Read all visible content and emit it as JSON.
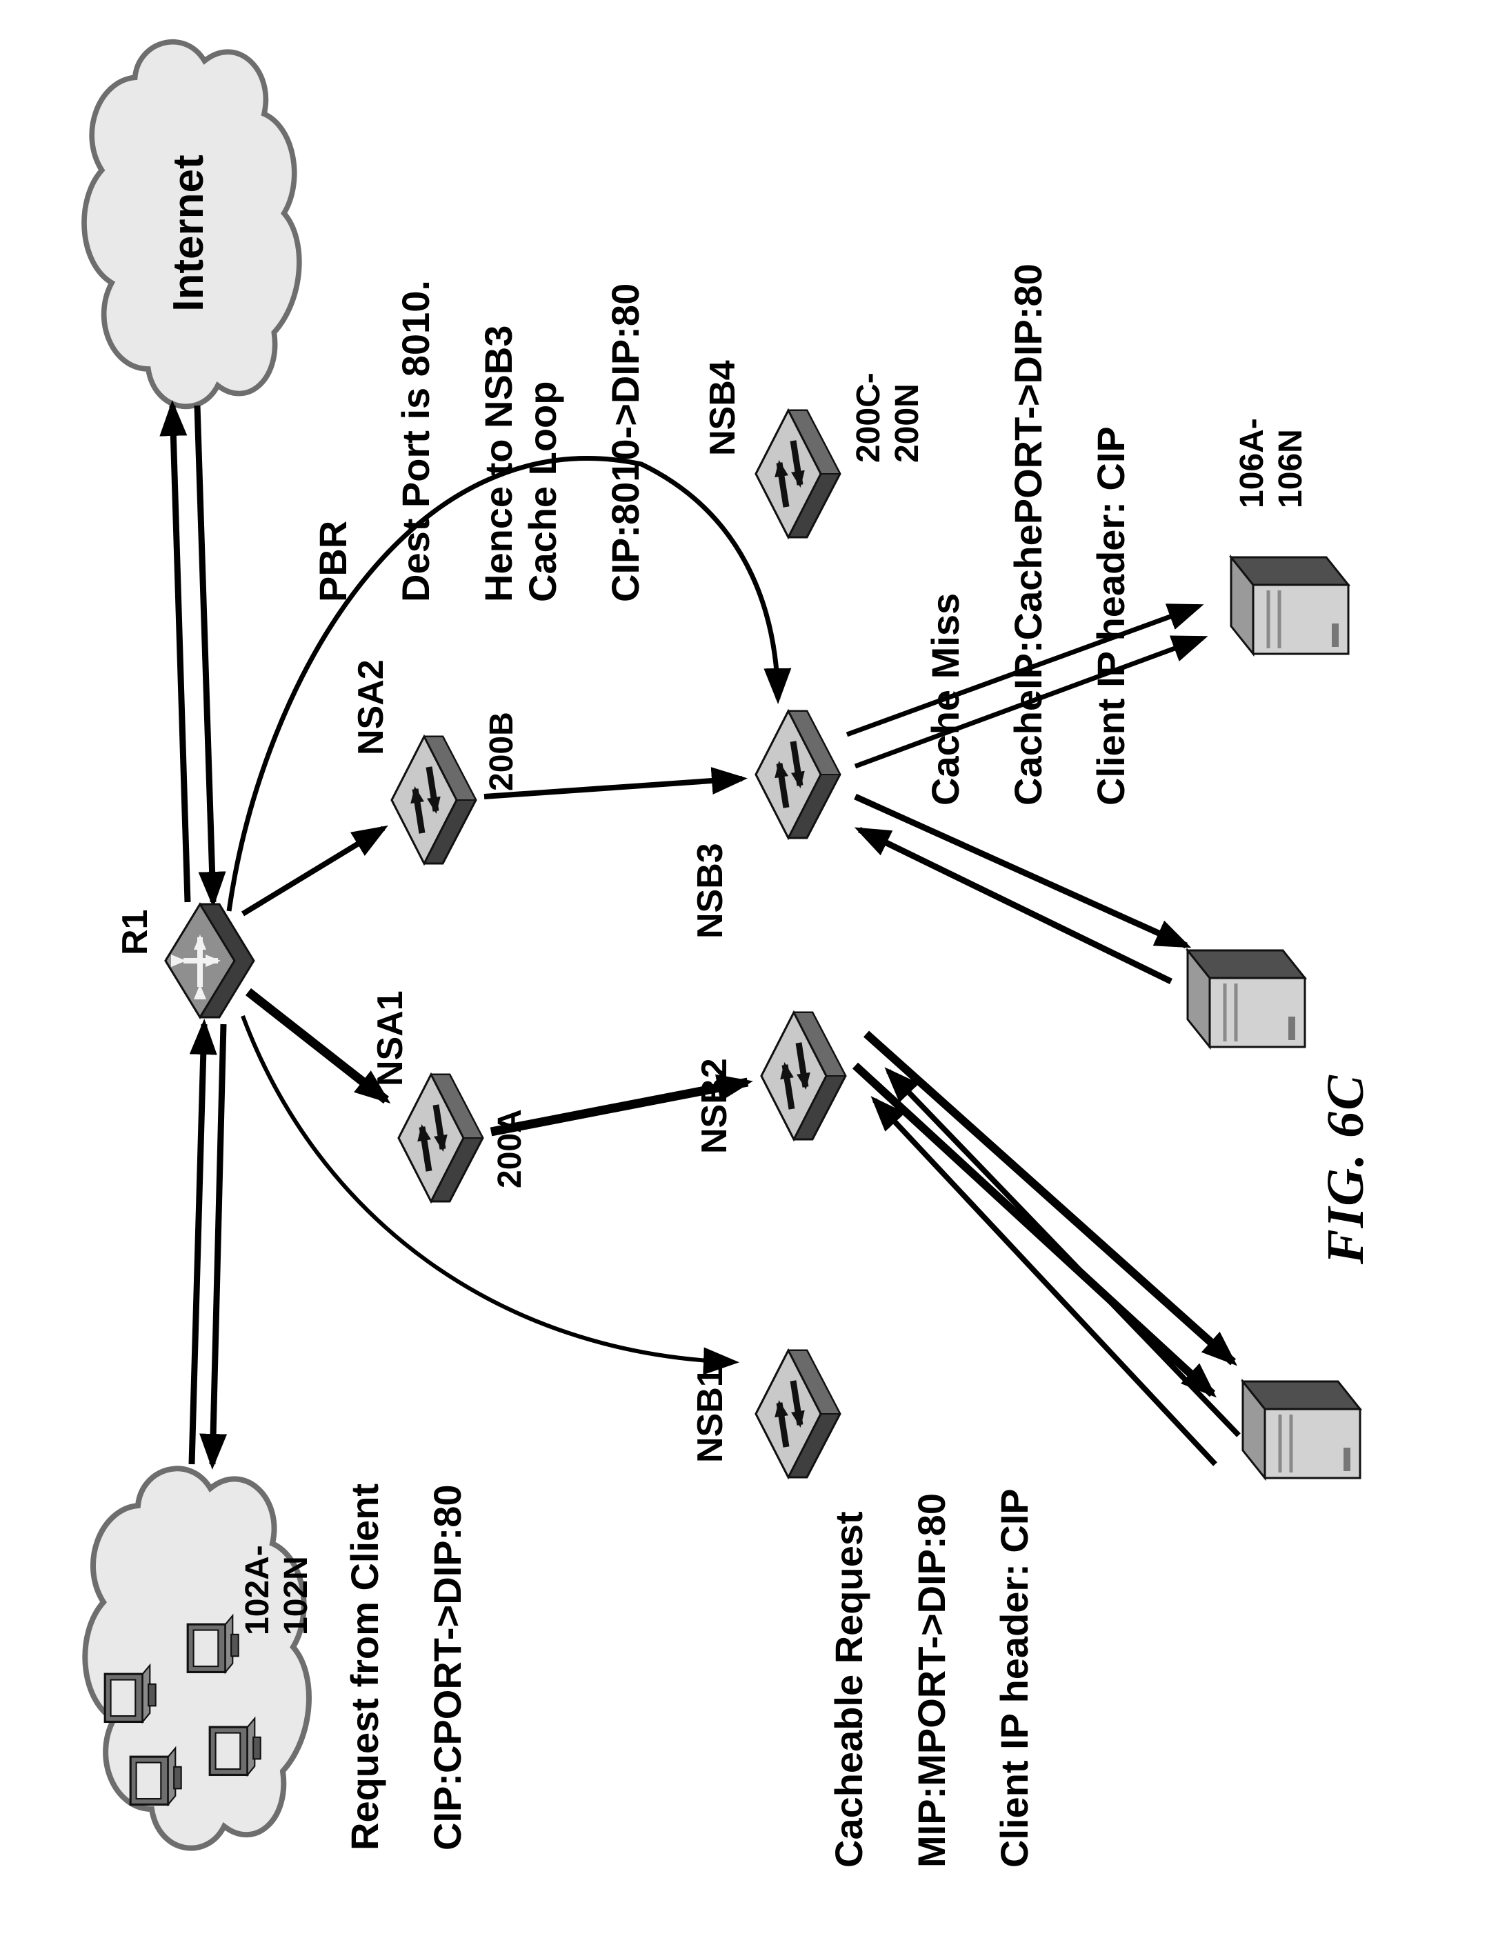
{
  "figure_label": "FIG. 6C",
  "internet": {
    "label": "Internet"
  },
  "router": {
    "label": "R1"
  },
  "clients": {
    "label_line1": "102A-",
    "label_line2": "102N"
  },
  "servers": {
    "label_line1": "106A-",
    "label_line2": "106N"
  },
  "switches": {
    "nsa1": {
      "label": "NSA1",
      "sub": "200A"
    },
    "nsa2": {
      "label": "NSA2",
      "sub": "200B"
    },
    "nsb1": {
      "label": "NSB1"
    },
    "nsb2": {
      "label": "NSB2"
    },
    "nsb3": {
      "label": "NSB3"
    },
    "nsb4": {
      "label": "NSB4",
      "sub_line1": "200C-",
      "sub_line2": "200N"
    }
  },
  "annotations": {
    "pbr": {
      "lines": [
        "PBR",
        "Dest Port is 8010.",
        "Hence to NSB3",
        "Cache Loop",
        "CIP:8010-&gt;DIP:80"
      ],
      "plain": [
        "PBR",
        "Dest Port is 8010.",
        "Hence to NSB3",
        "Cache Loop",
        "CIP:8010->DIP:80"
      ]
    },
    "client_request": {
      "lines": [
        "Request from Client",
        "CIP:CPORT->DIP:80"
      ]
    },
    "cacheable": {
      "lines": [
        "Cacheable Request",
        "MIP:MPORT->DIP:80",
        "Client IP header: CIP"
      ]
    },
    "cache_miss": {
      "lines": [
        "Cache Miss",
        "CacheIP:CachePORT->DIP:80",
        "Client IP header: CIP"
      ]
    }
  },
  "colors": {
    "ink": "#000000",
    "cloud_fill": "#e9e9e9",
    "cloud_stroke": "#6e6e6e",
    "slab_top": "#c9c9c9",
    "slab_side_dark": "#3f3f3f",
    "slab_side_mid": "#6a6a6a",
    "router_top": "#8f8f8f",
    "server_front": "#d2d2d2",
    "server_side": "#4f4f4f"
  }
}
